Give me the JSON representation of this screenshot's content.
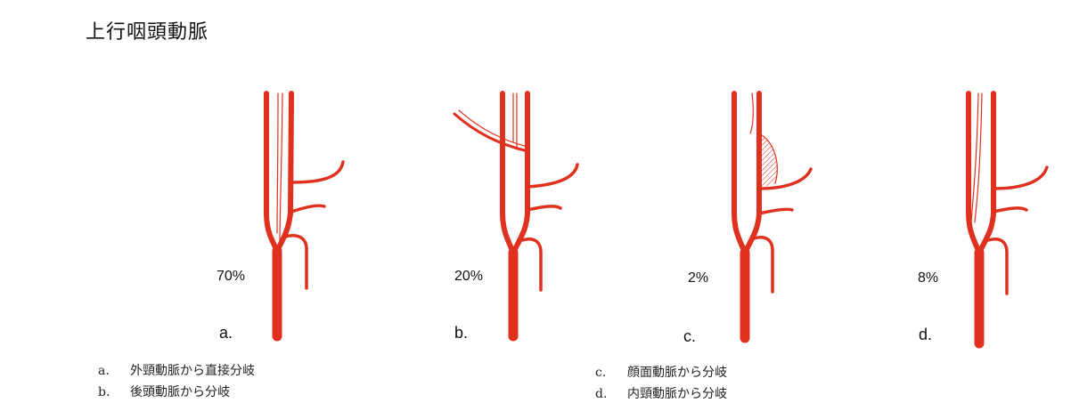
{
  "title": "上行咽頭動脈",
  "diagrams": [
    {
      "letter": "a.",
      "percent": "70%",
      "share": 0.7
    },
    {
      "letter": "b.",
      "percent": "20%",
      "share": 0.2
    },
    {
      "letter": "c.",
      "percent": "2%",
      "share": 0.02
    },
    {
      "letter": "d.",
      "percent": "8%",
      "share": 0.08
    }
  ],
  "legend": [
    {
      "key": "a.",
      "text": "外頸動脈から直接分岐"
    },
    {
      "key": "b.",
      "text": "後頭動脈から分岐"
    },
    {
      "key": "c.",
      "text": "顔面動脈から分岐"
    },
    {
      "key": "d.",
      "text": "内頸動脈から分岐"
    }
  ],
  "colors": {
    "artery": "#e0301e",
    "text": "#111111"
  }
}
